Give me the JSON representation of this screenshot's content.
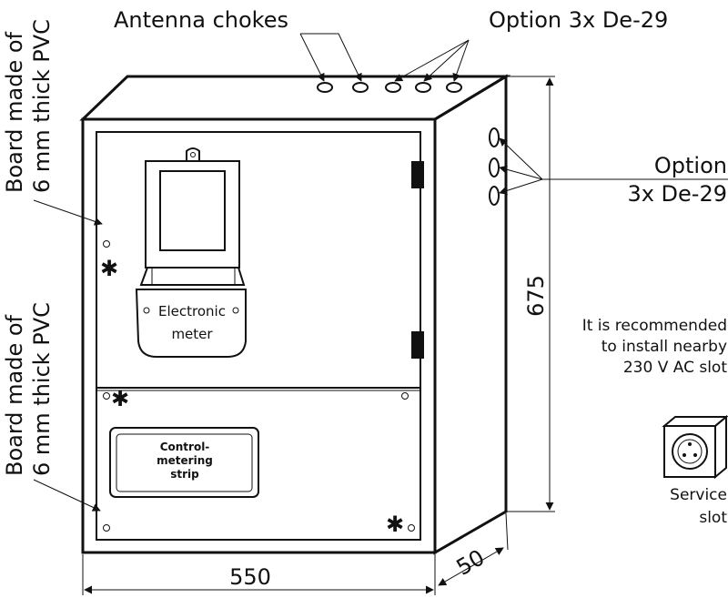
{
  "labels": {
    "antenna_chokes": "Antenna chokes",
    "option_top": "Option 3x De-29",
    "option_right_1": "Option",
    "option_right_2": "3x De-29",
    "board_top_1": "Board made of",
    "board_top_2": "6 mm thick PVC",
    "board_bottom_1": "Board made of",
    "board_bottom_2": "6 mm thick PVC",
    "meter_1": "Electronic",
    "meter_2": "meter",
    "strip_1": "Control-",
    "strip_2": "metering",
    "strip_3": "strip",
    "recommend_1": "It is recommended",
    "recommend_2": "to install nearby",
    "recommend_3": "230 V AC slot",
    "service_1": "Service",
    "service_2": "slot"
  },
  "dimensions": {
    "height": "675",
    "width": "550",
    "depth": "50"
  },
  "marks": {
    "asterisk": "✱"
  }
}
